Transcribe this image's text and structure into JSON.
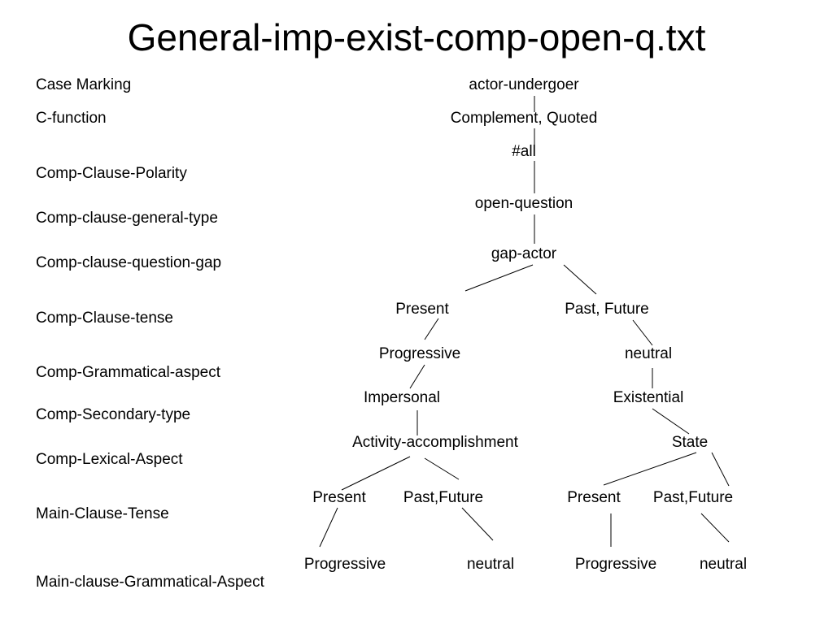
{
  "title": "General-imp-exist-comp-open-q.txt",
  "row_labels": [
    "Case Marking",
    "C-function",
    "Comp-Clause-Polarity",
    "Comp-clause-general-type",
    "Comp-clause-question-gap",
    "Comp-Clause-tense",
    "Comp-Grammatical-aspect",
    "Comp-Secondary-type",
    "Comp-Lexical-Aspect",
    "Main-Clause-Tense",
    "Main-clause-Grammatical-Aspect"
  ],
  "nodes": {
    "case_marking": "actor-undergoer",
    "c_function": "Complement, Quoted",
    "polarity": "#all",
    "general_type": "open-question",
    "question_gap": "gap-actor",
    "tense_present": "Present",
    "tense_past_future": "Past, Future",
    "aspect_progressive": "Progressive",
    "aspect_neutral": "neutral",
    "secondary_impersonal": "Impersonal",
    "secondary_existential": "Existential",
    "lexical_activity": "Activity-accomplishment",
    "lexical_state": "State",
    "main_tense_left_present": "Present",
    "main_tense_left_past_future": "Past,Future",
    "main_tense_right_present": "Present",
    "main_tense_right_past_future": "Past,Future",
    "main_aspect_left_progressive": "Progressive",
    "main_aspect_left_neutral": "neutral",
    "main_aspect_right_progressive": "Progressive",
    "main_aspect_right_neutral": "neutral"
  }
}
